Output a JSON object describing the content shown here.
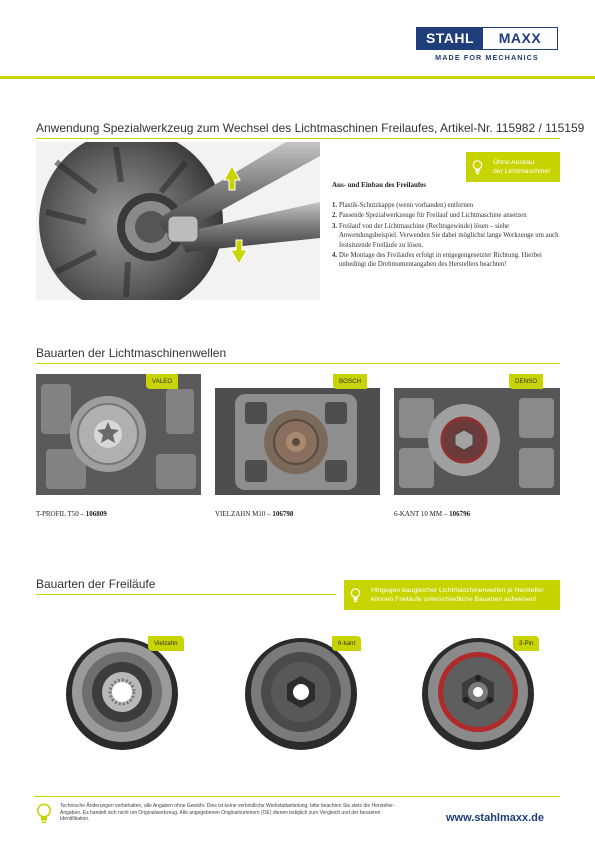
{
  "brand": {
    "name_part1": "STAHL",
    "name_part2": "MAXX",
    "tagline": "MADE FOR MECHANICS"
  },
  "section1": {
    "title": "Anwendung Spezialwerkzeug zum Wechsel des Lichtmaschinen Freilaufes, Artikel-Nr. 115982 / 115159",
    "callout_line1": "Ohne Ausbau",
    "callout_line2": "der Lichtmaschine!",
    "steps_title": "Aus- und Einbau des Freilaufes",
    "steps": [
      {
        "num": "1.",
        "text": "Plastik-Schutzkappe (wenn vorhanden) entfernen"
      },
      {
        "num": "2.",
        "text": "Passende Spezialwerkzeuge für Freilauf und Lichtmaschine ansetzen"
      },
      {
        "num": "3.",
        "text": "Freilauf von der Lichtmaschine (Rechtsgewinde) lösen – siehe Anwendungsbeispiel. Verwenden Sie dabei möglichst lange Werkzeuge um auch festsitzende Freiläufe zu lösen."
      },
      {
        "num": "4.",
        "text": "Die Montage des Freilaufes erfolgt in entgegengesetzter Richtung. Hierbei unbedingt die Drehmomentangaben des Herstellers beachten!"
      }
    ]
  },
  "section2": {
    "title": "Bauarten der Lichtmaschinenwellen",
    "items": [
      {
        "tag": "VALEO",
        "caption_name": "T-PROFIL T50 –",
        "caption_num": "106809"
      },
      {
        "tag": "BOSCH",
        "caption_name": "VIELZAHN M10 –",
        "caption_num": "106798"
      },
      {
        "tag": "DENSO",
        "caption_name": "6-KANT 10 MM –",
        "caption_num": "106796"
      }
    ]
  },
  "section3": {
    "title": "Bauarten der Freiläufe",
    "callout_line1": "Hingegen baugleicher Lichtmaschinenwellen je Hersteller,",
    "callout_line2": "können Freiläufe unterschiedliche Bauarten aufweisen!",
    "items": [
      {
        "tag": "Vielzahn"
      },
      {
        "tag": "6-kant"
      },
      {
        "tag": "3-Pin"
      }
    ]
  },
  "footer": {
    "disclaimer": "Technische Änderungen vorbehalten, alle Angaben ohne Gewähr. Dies ist keine verbindliche Werkstattanleitung, bitte beachten Sie stets die Hersteller-Angaben. Es handelt sich nicht um Originalwerkzeug. Alle angegebenen Originalnummern (OE) dienen lediglich zum Vergleich und der besseren Identifikation.",
    "url": "www.stahlmaxx.de"
  },
  "colors": {
    "accent": "#c8d400",
    "brand": "#1f3d7a"
  }
}
